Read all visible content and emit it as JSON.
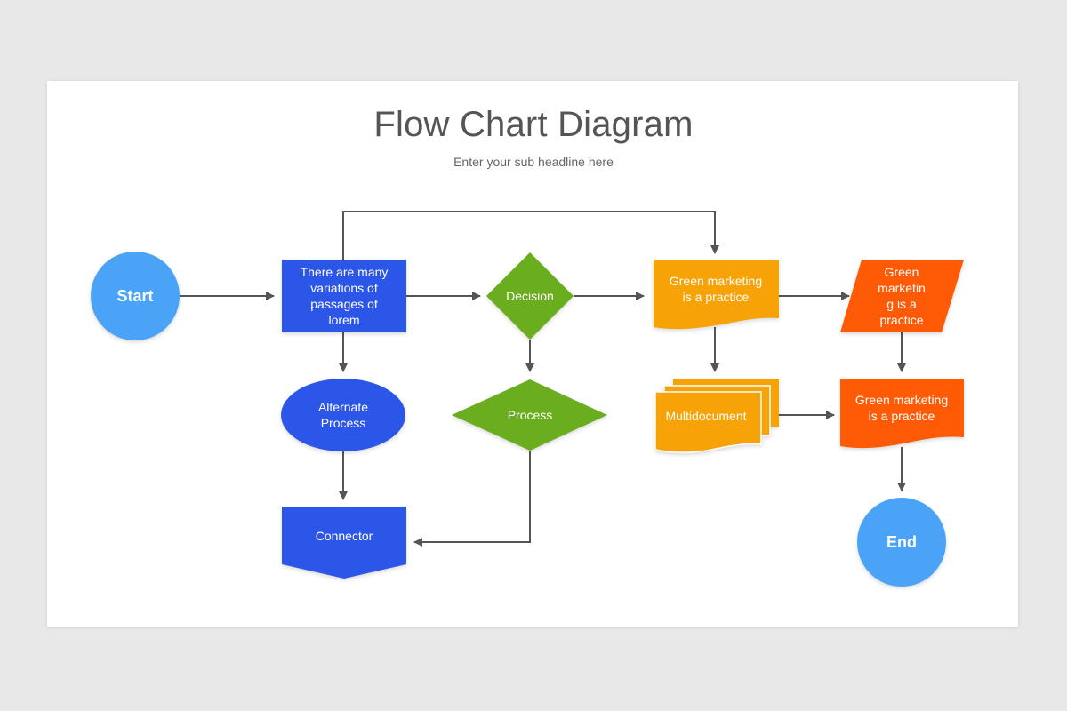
{
  "header": {
    "title": "Flow Chart Diagram",
    "subtitle": "Enter your sub headline here"
  },
  "colors": {
    "background": "#e9e8e9",
    "card": "#ffffff",
    "terminal_blue": "#4aa3f7",
    "process_blue": "#2c56e8",
    "decision_green": "#6aad1e",
    "document_amber": "#f7a207",
    "output_orange": "#ff5a06",
    "connector_line": "#555555"
  },
  "nodes": {
    "start": {
      "label": "Start",
      "shape": "circle"
    },
    "process_main": {
      "lines": [
        "There are many",
        "variations of",
        "passages of",
        "lorem"
      ],
      "shape": "rectangle"
    },
    "decision": {
      "label": "Decision",
      "shape": "diamond"
    },
    "document_top": {
      "lines": [
        "Green marketing",
        "is a practice"
      ],
      "shape": "document"
    },
    "data_io": {
      "lines": [
        "Green",
        "marketin",
        "g is a",
        "practice"
      ],
      "shape": "parallelogram"
    },
    "alternate_process": {
      "lines": [
        "Alternate",
        "Process"
      ],
      "shape": "ellipse"
    },
    "process_diamond": {
      "label": "Process",
      "shape": "diamond"
    },
    "multidocument": {
      "label": "Multidocument",
      "shape": "multidocument"
    },
    "document_orange": {
      "lines": [
        "Green marketing",
        "is a practice"
      ],
      "shape": "document"
    },
    "connector": {
      "label": "Connector",
      "shape": "off-page-connector"
    },
    "end": {
      "label": "End",
      "shape": "circle"
    }
  },
  "edges": [
    {
      "from": "start",
      "to": "process_main"
    },
    {
      "from": "process_main",
      "to": "decision"
    },
    {
      "from": "decision",
      "to": "document_top"
    },
    {
      "from": "process_main",
      "to": "document_top",
      "route": "over-top"
    },
    {
      "from": "document_top",
      "to": "data_io"
    },
    {
      "from": "process_main",
      "to": "alternate_process"
    },
    {
      "from": "decision",
      "to": "process_diamond"
    },
    {
      "from": "document_top",
      "to": "multidocument"
    },
    {
      "from": "data_io",
      "to": "document_orange"
    },
    {
      "from": "multidocument",
      "to": "document_orange"
    },
    {
      "from": "alternate_process",
      "to": "connector"
    },
    {
      "from": "process_diamond",
      "to": "connector"
    },
    {
      "from": "document_orange",
      "to": "end"
    }
  ]
}
